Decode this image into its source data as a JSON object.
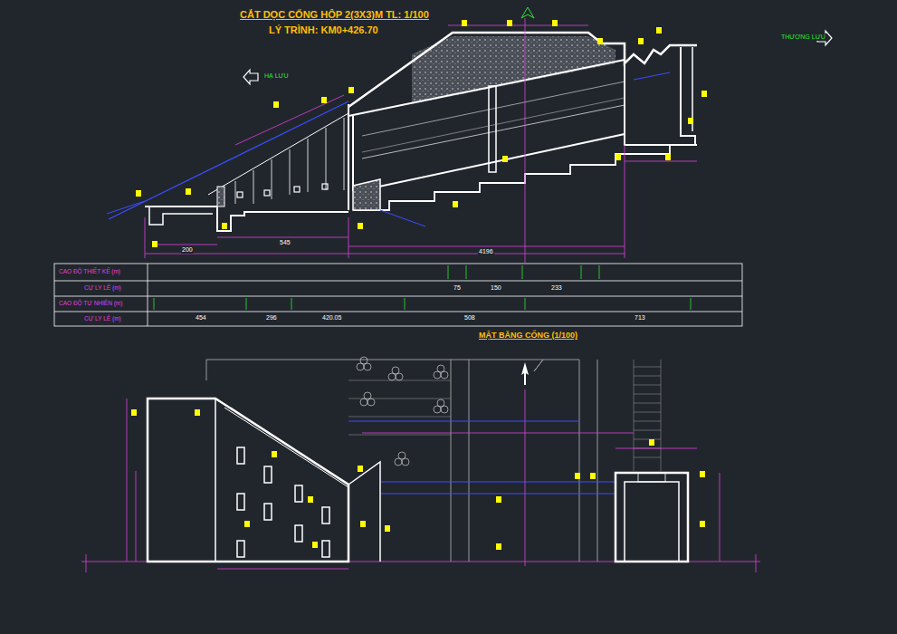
{
  "diagram": {
    "title": "CẮT DỌC CỐNG HỘP 2(3X3)M TL: 1/100",
    "labels": [
      "LÝ TRÌNH: KM0+426.70",
      "THƯỢNG LƯU",
      "HẠ LƯU",
      "CAO ĐỘ THIẾT KẾ (m)",
      "CỰ LY LẺ (m)",
      "CAO ĐỘ TỰ NHIÊN (m)",
      "CỰ LY LẺ (m)",
      "MẶT BẰNG CỐNG (1/100)",
      "454",
      "296",
      "420.05",
      "508",
      "713",
      "75",
      "150",
      "233",
      "4196",
      "545",
      "200"
    ]
  }
}
